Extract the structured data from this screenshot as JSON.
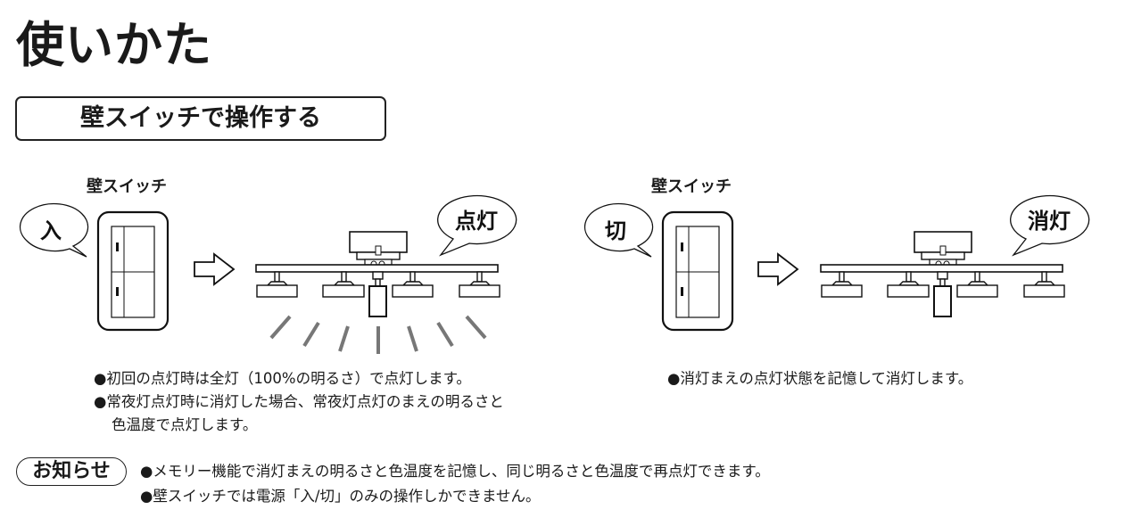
{
  "title": "使いかた",
  "section_heading": "壁スイッチで操作する",
  "left_panel": {
    "switch_label": "壁スイッチ",
    "switch_bubble": "入",
    "light_bubble": "点灯",
    "notes": [
      "●初回の点灯時は全灯（100%の明るさ）で点灯します。",
      "●常夜灯点灯時に消灯した場合、常夜灯点灯のまえの明るさと",
      "色温度で点灯します。"
    ]
  },
  "right_panel": {
    "switch_label": "壁スイッチ",
    "switch_bubble": "切",
    "light_bubble": "消灯",
    "notes": [
      "●消灯まえの点灯状態を記憶して消灯します。"
    ]
  },
  "info": {
    "badge": "お知らせ",
    "lines": [
      "●メモリー機能で消灯まえの明るさと色温度を記憶し、同じ明るさと色温度で再点灯できます。",
      "●壁スイッチでは電源「入/切」のみの操作しかできません。"
    ]
  }
}
